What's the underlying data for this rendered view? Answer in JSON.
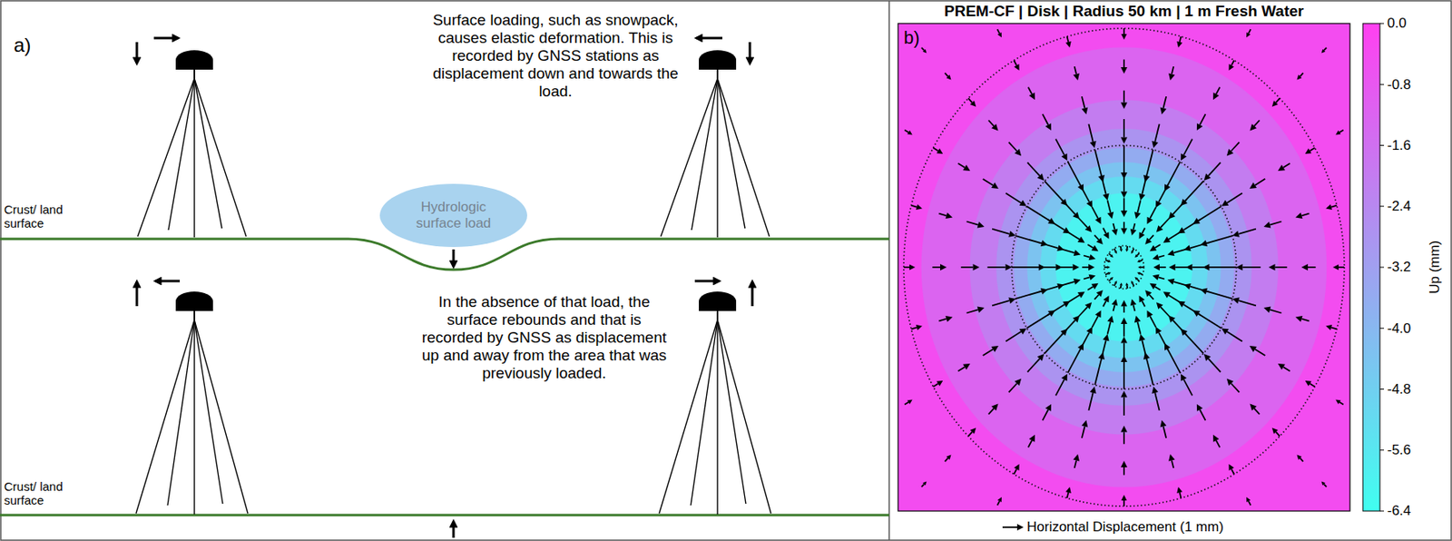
{
  "diagram": {
    "nodes": [
      {
        "text": [
          "Hydrologic surface load"
        ]
      }
    ],
    "labels": [
      "a)",
      "Surface loading, such as snowpack, causes elastic deformation. This is recorded by GNSS stations as displacement down and towards the load.",
      "Crust/ land surface",
      "In the absence of that load, the surface rebounds and that is recorded by GNSS as displacement up and away from the area that was previously loaded.",
      "Crust/ land surface",
      "b)",
      "PREM-CF | Disk | Radius 50 km | 1 m Fresh Water",
      "0.0",
      "-0.8",
      "-1.6",
      "-2.4",
      "-3.2",
      "-4.0",
      "-4.8",
      "-5.6",
      "-6.4",
      "Up (mm)"
    ],
    "legend": [
      {
        "text": "Horizontal Displacement (1 mm)"
      }
    ]
  }
}
